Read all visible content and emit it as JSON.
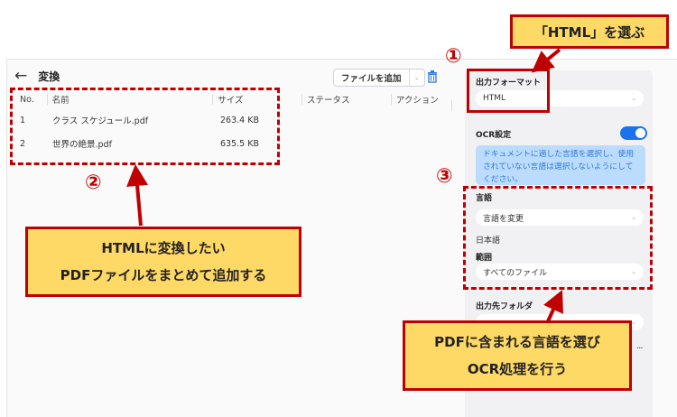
{
  "app": {
    "title": "変換",
    "add_file_label": "ファイルを追加"
  },
  "table": {
    "headers": [
      "No.",
      "名前",
      "サイズ",
      "ステータス",
      "アクション"
    ],
    "rows": [
      {
        "no": "1",
        "name": "クラス スケジュール.pdf",
        "size": "263.4 KB"
      },
      {
        "no": "2",
        "name": "世界の絶景.pdf",
        "size": "635.5 KB"
      }
    ]
  },
  "panel": {
    "output_format_label": "出力フォーマット",
    "output_format_value": "HTML",
    "ocr_label": "OCR設定",
    "ocr_enabled": true,
    "ocr_info": "ドキュメントに適した言語を選択し、使用されていない言語は選択しないようにしてください。",
    "language_label": "言語",
    "language_select": "言語を変更",
    "language_selected": "日本語",
    "range_label": "範囲",
    "range_value": "すべてのファイル",
    "output_folder_label": "出力先フォルダ",
    "more": "..."
  },
  "annotations": {
    "num1": "①",
    "num2": "②",
    "num3": "③",
    "callout1": "「HTML」を選ぶ",
    "callout2_line1": "HTMLに変換したい",
    "callout2_line2": "PDFファイルをまとめて追加する",
    "callout3_line1": "PDFに含まれる言語を選び",
    "callout3_line2": "OCR処理を行う",
    "color": "#c00000",
    "callout_fill": "#ffd966"
  }
}
